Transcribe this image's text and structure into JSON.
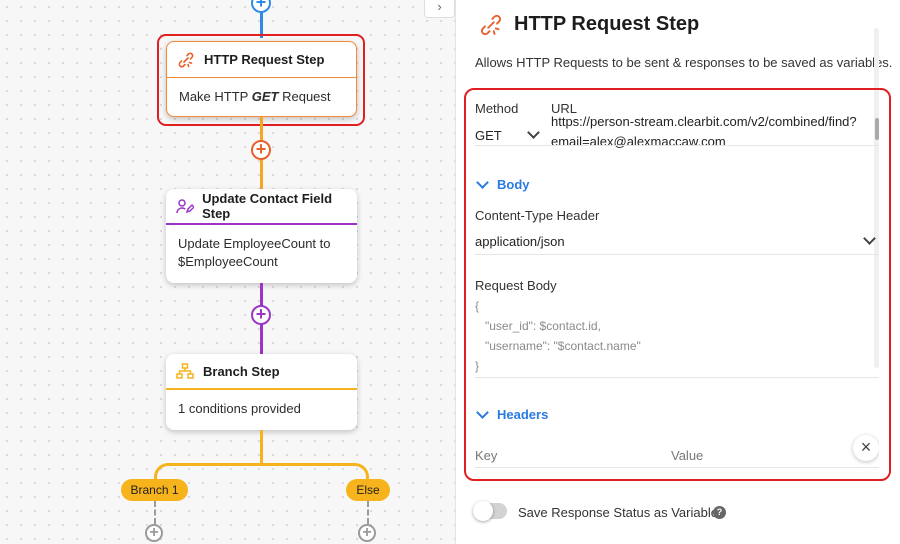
{
  "canvas": {
    "cards": [
      {
        "title": "HTTP Request Step",
        "body_prefix": "Make HTTP",
        "body_method": "GET",
        "body_suffix": "Request"
      },
      {
        "title": "Update Contact Field Step",
        "body": "Update EmployeeCount to $EmployeeCount"
      },
      {
        "title": "Branch Step",
        "body": "1 conditions provided"
      }
    ],
    "branches": [
      {
        "label": "Branch 1"
      },
      {
        "label": "Else"
      }
    ],
    "collapse_icon": "chevron-right-icon",
    "colors": {
      "blue": "#2e8ae6",
      "orange": "#f5a623",
      "purple": "#9b34c7",
      "yellow": "#f6b31b",
      "selected": "#e02020"
    }
  },
  "panel": {
    "title": "HTTP Request Step",
    "title_icon": "http-link-icon",
    "description": "Allows HTTP Requests to be sent & responses to be saved as variables.",
    "method": {
      "label": "Method",
      "value": "GET"
    },
    "url": {
      "label": "URL",
      "line1": "https://person-stream.clearbit.com/v2/combined/find?",
      "line2": "email=alex@alexmaccaw.com"
    },
    "body_section": "Body",
    "content_type": {
      "label": "Content-Type Header",
      "value": "application/json"
    },
    "request_body": {
      "label": "Request Body",
      "lines": [
        "{",
        "   \"user_id\": $contact.id,",
        "   \"username\": \"$contact.name\"",
        "}"
      ]
    },
    "headers_section": "Headers",
    "headers_columns": {
      "key": "Key",
      "value": "Value"
    },
    "save_response": {
      "label": "Save Response Status as Variable",
      "enabled": false
    }
  }
}
